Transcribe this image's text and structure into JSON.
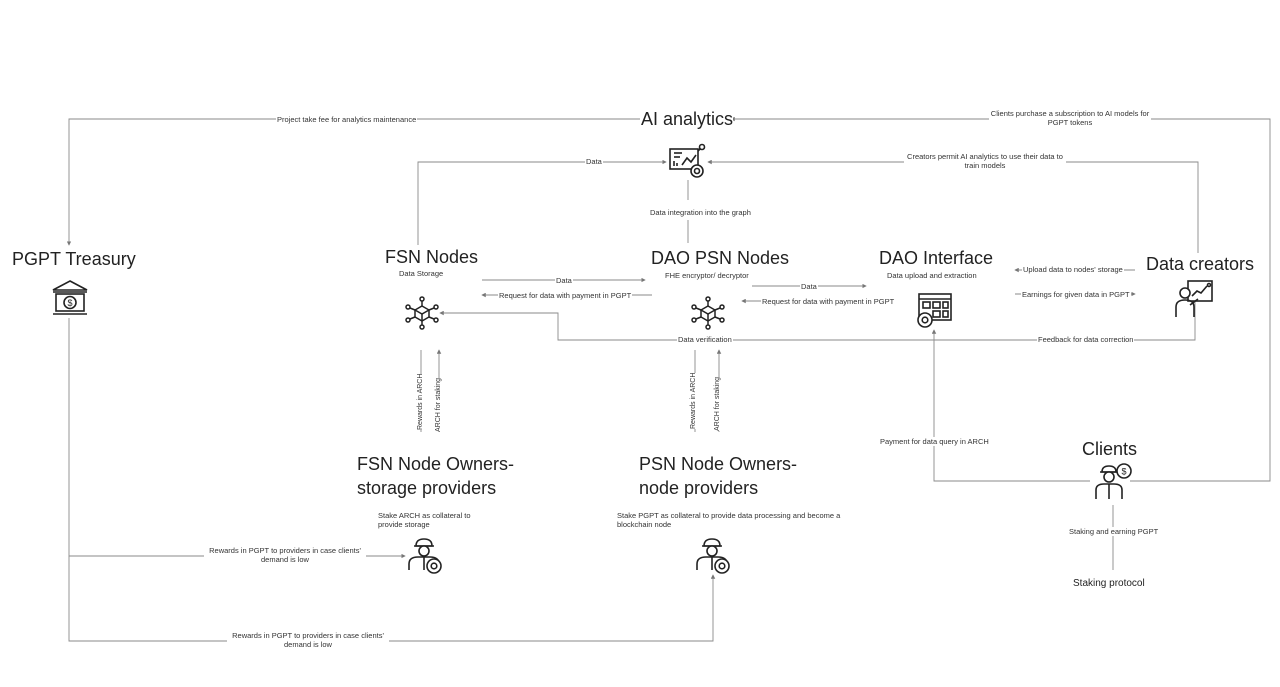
{
  "nodes": {
    "ai_analytics": "AI analytics",
    "pgpt_treasury": "PGPT Treasury",
    "fsn_nodes": "FSN Nodes",
    "fsn_nodes_sub": "Data Storage",
    "dao_psn_nodes": "DAO PSN Nodes",
    "dao_psn_nodes_sub": "FHE encryptor/ decryptor",
    "dao_interface": "DAO Interface",
    "dao_interface_sub": "Data upload and extraction",
    "data_creators": "Data creators",
    "fsn_owners_line1": "FSN Node Owners-",
    "fsn_owners_line2": "storage providers",
    "fsn_owners_sub": "Stake ARCH as collateral to provide storage",
    "psn_owners_line1": "PSN Node Owners-",
    "psn_owners_line2": "node providers",
    "psn_owners_sub": "Stake PGPT as collateral to provide data processing and become a blockchain node",
    "clients": "Clients",
    "staking_protocol": "Staking protocol"
  },
  "edges": {
    "project_fee": "Project take fee for analytics maintenance",
    "clients_subscription": "Clients purchase a subscription to AI models for PGPT tokens",
    "data_fsn_ai": "Data",
    "creators_permit": "Creators permit AI analytics to use their data to train models",
    "data_integration": "Data integration into the graph",
    "fsn_psn_data": "Data",
    "fsn_request": "Request for data with payment in PGPT",
    "psn_dao_data": "Data",
    "dao_request": "Request for data with payment in PGPT",
    "upload_data": "Upload data to nodes' storage",
    "earnings": "Earnings for given data in PGPT",
    "data_verification": "Data verification",
    "feedback": "Feedback for data correction",
    "fsn_rewards_arch": "Rewards in ARCH",
    "fsn_arch_staking": "ARCH for staking",
    "psn_rewards_arch": "Rewards in ARCH",
    "psn_arch_staking": "ARCH for staking",
    "payment_query": "Payment for data query in ARCH",
    "rewards_fsn_low": "Rewards in PGPT to providers in case clients' demand is low",
    "rewards_psn_low": "Rewards in PGPT to providers in case clients' demand is low",
    "staking_earning": "Staking and earning PGPT"
  },
  "icons": {
    "ai": "analytics-dashboard-icon",
    "treasury": "bank-icon",
    "fsn": "network-cube-icon",
    "psn": "network-cube-icon",
    "dao": "dashboard-settings-icon",
    "creators": "presenter-chart-icon",
    "fsn_owner": "worker-gear-icon",
    "psn_owner": "worker-gear-icon",
    "client": "user-coin-icon"
  },
  "colors": {
    "line": "#8a8a8a",
    "text": "#222222"
  }
}
